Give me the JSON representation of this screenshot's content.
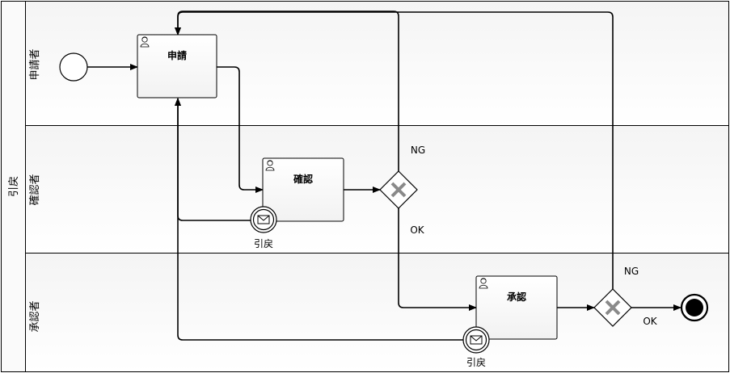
{
  "pool": {
    "label": "引戻"
  },
  "lanes": [
    {
      "label": "申請者"
    },
    {
      "label": "確認者"
    },
    {
      "label": "承認者"
    }
  ],
  "tasks": {
    "apply": "申請",
    "confirm": "確認",
    "approve": "承認"
  },
  "events": {
    "confirm_boundary": "引戻",
    "approve_boundary": "引戻"
  },
  "gateways": {
    "confirm_ng": "NG",
    "confirm_ok": "OK",
    "approve_ng": "NG",
    "approve_ok": "OK"
  },
  "icons": {
    "task": "user-icon",
    "boundary": "envelope-icon",
    "gateway": "exclusive-gateway-x-icon"
  }
}
